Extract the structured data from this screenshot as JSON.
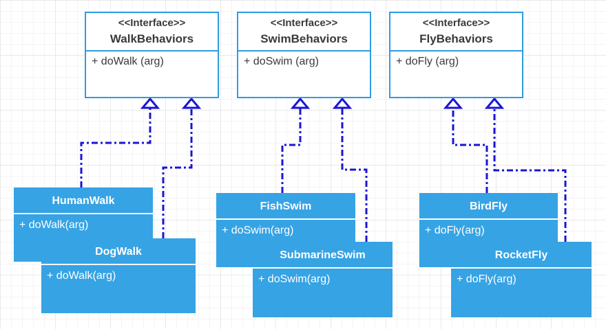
{
  "colors": {
    "border": "#2f9be0",
    "class_fill": "#36a3e4",
    "connector": "#1a14d6"
  },
  "interfaces": [
    {
      "stereotype": "<<Interface>>",
      "name": "WalkBehaviors",
      "method": "+ doWalk (arg)"
    },
    {
      "stereotype": "<<Interface>>",
      "name": "SwimBehaviors",
      "method": "+ doSwim (arg)"
    },
    {
      "stereotype": "<<Interface>>",
      "name": "FlyBehaviors",
      "method": "+ doFly (arg)"
    }
  ],
  "classes": {
    "human_walk": {
      "name": "HumanWalk",
      "method": "+ doWalk(arg)"
    },
    "dog_walk": {
      "name": "DogWalk",
      "method": "+ doWalk(arg)"
    },
    "fish_swim": {
      "name": "FishSwim",
      "method": "+ doSwim(arg)"
    },
    "submarine_swim": {
      "name": "SubmarineSwim",
      "method": "+ doSwim(arg)"
    },
    "bird_fly": {
      "name": "BirdFly",
      "method": "+ doFly(arg)"
    },
    "rocket_fly": {
      "name": "RocketFly",
      "method": "+ doFly(arg)"
    }
  }
}
